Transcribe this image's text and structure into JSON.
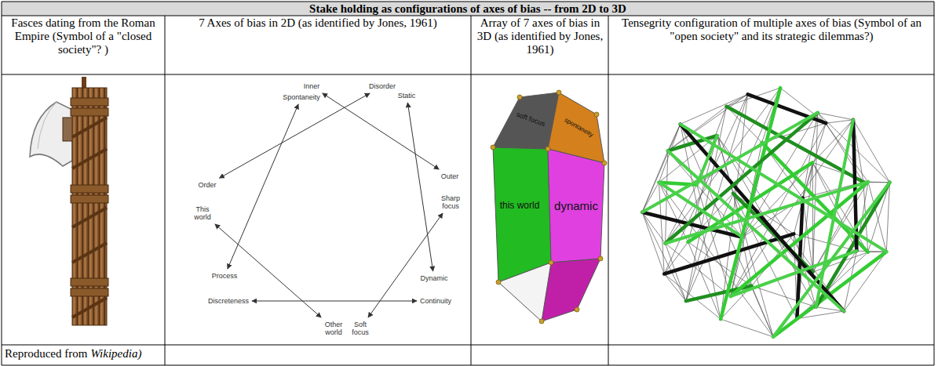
{
  "diagram": {
    "title": "Stake holding as configurations of axes of bias -- from 2D to 3D",
    "nodes": [
      {
        "text": [
          "Inner"
        ]
      },
      {
        "text": [
          "Disorder"
        ]
      },
      {
        "text": [
          "Static"
        ]
      },
      {
        "text": [
          "Spontaneity"
        ]
      },
      {
        "text": [
          "Outer"
        ]
      },
      {
        "text": [
          "Order"
        ]
      },
      {
        "text": [
          "Sharp focus"
        ]
      },
      {
        "text": [
          "This world"
        ]
      },
      {
        "text": [
          "Process"
        ]
      },
      {
        "text": [
          "Dynamic"
        ]
      },
      {
        "text": [
          "Discreteness"
        ]
      },
      {
        "text": [
          "Continuity"
        ]
      },
      {
        "text": [
          "Other world"
        ]
      },
      {
        "text": [
          "Soft focus"
        ]
      }
    ],
    "edges": [
      {
        "from": 0,
        "to": 4,
        "arrow": "both"
      },
      {
        "from": 1,
        "to": 5,
        "arrow": "both"
      },
      {
        "from": 2,
        "to": 9,
        "arrow": "both"
      },
      {
        "from": 3,
        "to": 8,
        "arrow": "both"
      },
      {
        "from": 7,
        "to": 12,
        "arrow": "both"
      },
      {
        "from": 6,
        "to": 13,
        "arrow": "both"
      },
      {
        "from": 10,
        "to": 11,
        "arrow": "both"
      }
    ],
    "labels": [
      "Fasces dating from the Roman Empire (Symbol of a \"closed society\"? )",
      "7 Axes of bias in 2D (as identified by Jones, 1961)",
      "Array of 7 axes of bias in 3D (as identified by Jones, 1961)",
      "Tensegrity configuration of multiple axes of bias (Symbol of an \"open society\" and its strategic dilemmas?)",
      "soft focus",
      "spontaneity",
      "this world",
      "dynamic",
      "Reproduced from",
      "Wikipedia)"
    ]
  }
}
